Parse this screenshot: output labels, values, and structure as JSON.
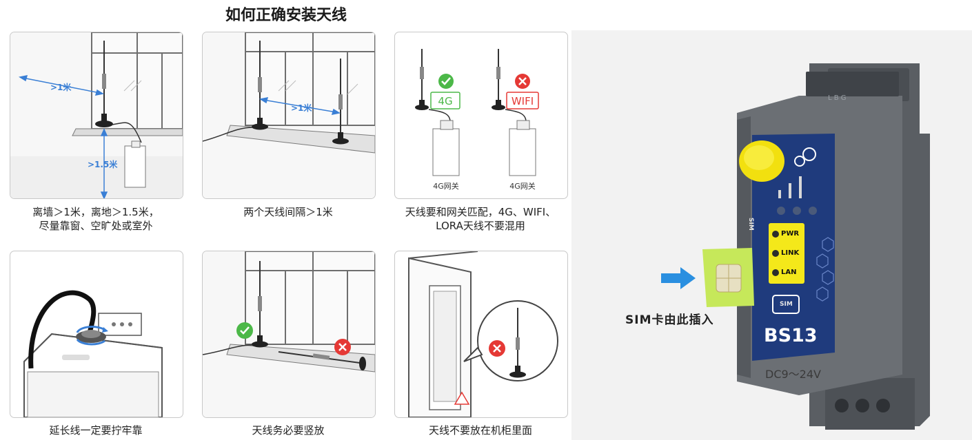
{
  "title": "如何正确安装天线",
  "cards": [
    {
      "caption_lines": [
        "离墙＞1米，离地＞1.5米，",
        "尽量靠窗、空旷处或室外"
      ],
      "labels": {
        "wall": ">1米",
        "ground": ">1.5米"
      }
    },
    {
      "caption_lines": [
        "两个天线间隔＞1米"
      ],
      "labels": {
        "gap": ">1米"
      }
    },
    {
      "caption_lines": [
        "天线要和网关匹配，4G、WIFI、",
        "LORA天线不要混用"
      ],
      "labels": {
        "good": "4G",
        "bad": "WIFI",
        "gateway_left": "4G网关",
        "gateway_right": "4G网关"
      }
    },
    {
      "caption_lines": [
        "延长线一定要拧牢靠"
      ]
    },
    {
      "caption_lines": [
        "天线务必要竖放"
      ]
    },
    {
      "caption_lines": [
        "天线不要放在机柜里面"
      ]
    }
  ],
  "device": {
    "sim_insert_label": "SIM卡由此插入",
    "model": "BS13",
    "voltage": "DC9～24V",
    "side_label": "SIM",
    "sim_slot_label": "SIM",
    "leds": [
      "PWR",
      "LINK",
      "LAN"
    ],
    "top_letters": "L  B  G"
  },
  "colors": {
    "measure_blue": "#3a7fd5",
    "ok_green": "#4cb848",
    "bad_red": "#e53935",
    "device_blue": "#1f3b7d",
    "antenna_yellow": "#f2e00f",
    "sim_green": "#c6e85a",
    "arrow_blue": "#2a8fe0"
  }
}
